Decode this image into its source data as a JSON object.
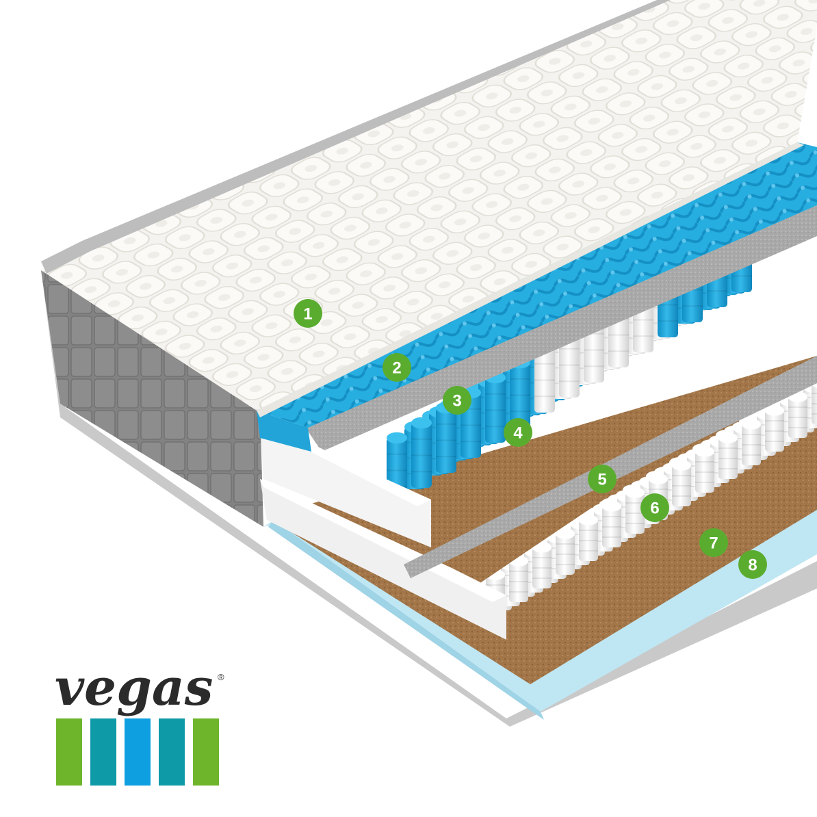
{
  "layers": [
    {
      "number": "1",
      "name": "quilted-cover"
    },
    {
      "number": "2",
      "name": "profiled-foam"
    },
    {
      "number": "3",
      "name": "felt-layer-top"
    },
    {
      "number": "4",
      "name": "pocket-springs-blue-zone"
    },
    {
      "number": "5",
      "name": "felt-layer-middle"
    },
    {
      "number": "6",
      "name": "pocket-springs-white"
    },
    {
      "number": "7",
      "name": "coconut-coir"
    },
    {
      "number": "8",
      "name": "base-layer"
    }
  ],
  "logo": {
    "brand": "vegas",
    "registered": "®",
    "bar_colors": [
      "#6fb52c",
      "#0e9aa7",
      "#0e9fe0",
      "#0e9aa7",
      "#6fb52c"
    ]
  },
  "colors": {
    "badge": "#5aac2f",
    "foam_blue": "#27aee0",
    "spring_blue": "#1ea8df",
    "coir_brown": "#a0764a",
    "side_grey": "#8d8d8d",
    "cover_white": "#f3f2ee"
  }
}
